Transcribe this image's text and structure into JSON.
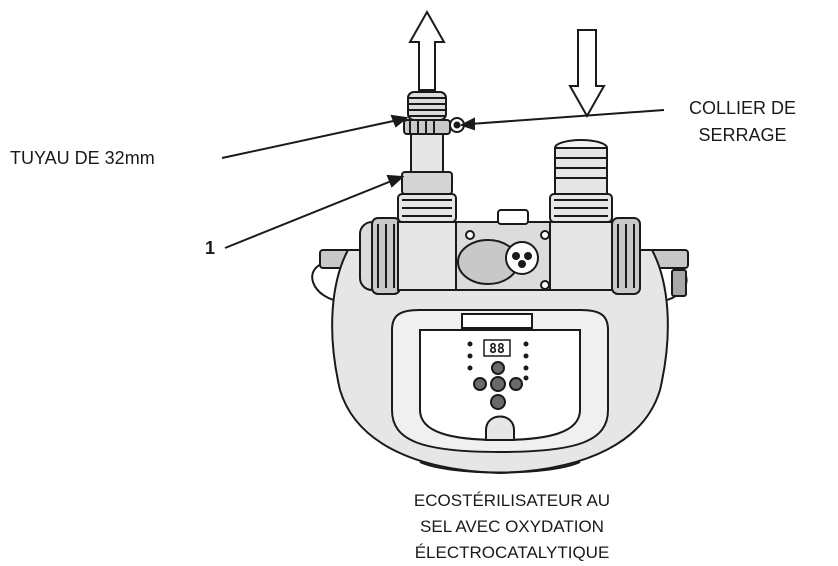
{
  "labels": {
    "hose": "TUYAU DE 32mm",
    "clamp_line1": "COLLIER DE",
    "clamp_line2": "SERRAGE",
    "callout_number": "1",
    "device_line1": "ECOSTÉRILISATEUR AU",
    "device_line2": "SEL AVEC OXYDATION",
    "device_line3": "ÉLECTROCATALYTIQUE"
  },
  "panel": {
    "display_readout": "88"
  },
  "colors": {
    "ink": "#1a1a1a",
    "fill_light": "#e6e6e6",
    "fill_mid": "#c8c8c8",
    "fill_dark": "#a8a8a8"
  },
  "icons": {
    "outlet_arrow": "arrow-up-outline",
    "inlet_arrow": "arrow-down-outline"
  }
}
